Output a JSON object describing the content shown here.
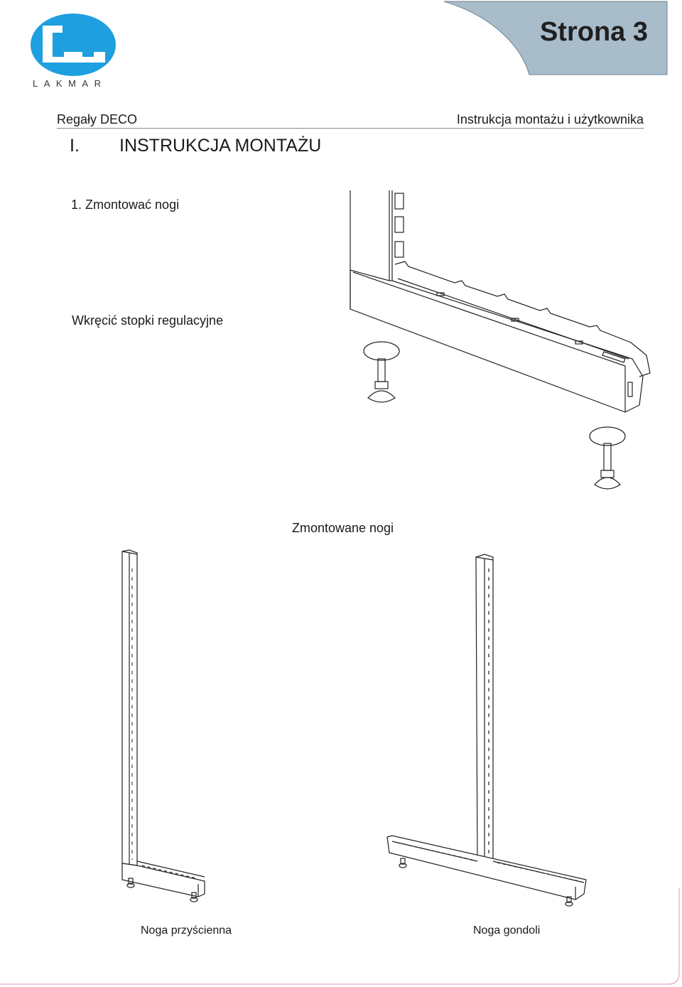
{
  "logo": {
    "text": "LAKMAR",
    "color": "#1e9fe0"
  },
  "page_tab": {
    "label": "Strona 3",
    "color": "#a9bcca"
  },
  "header": {
    "left": "Regały DECO",
    "right": "Instrukcja montażu i użytkownika"
  },
  "section": {
    "number": "I.",
    "title": "INSTRUKCJA MONTAŻU"
  },
  "step": {
    "text": "1. Zmontować nogi"
  },
  "note": {
    "text": "Wkręcić stopki regulacyjne"
  },
  "assembled": {
    "text": "Zmontowane nogi"
  },
  "captions": {
    "wall": "Noga przyścienna",
    "gondola": "Noga gondoli"
  }
}
